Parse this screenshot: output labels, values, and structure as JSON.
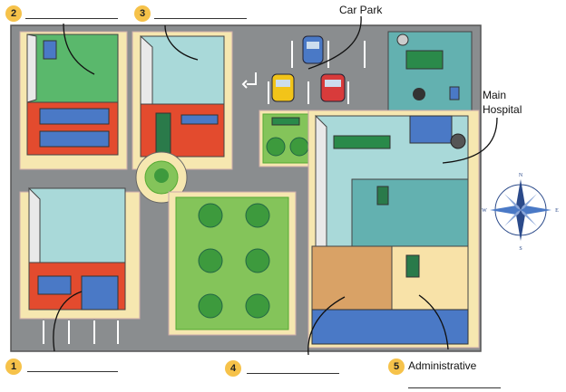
{
  "labels": {
    "car_park": "Car Park",
    "main_hospital": "Main\nHospital",
    "administrative": "Administrative"
  },
  "numbers": [
    "1",
    "2",
    "3",
    "4",
    "5"
  ],
  "compass": {
    "n": "N",
    "e": "E",
    "s": "S",
    "w": "W"
  },
  "colors": {
    "road": "#8a8d8f",
    "lot": "#f6e7b0",
    "grass": "#84c45a",
    "roof_wall": "#e34b2e",
    "floor_teal": "#9fd3d6",
    "hospital_floor": "#63b1b0",
    "admin_floor": "#d9a266",
    "window": "#4a79c6",
    "marker": "#f6c24a"
  }
}
